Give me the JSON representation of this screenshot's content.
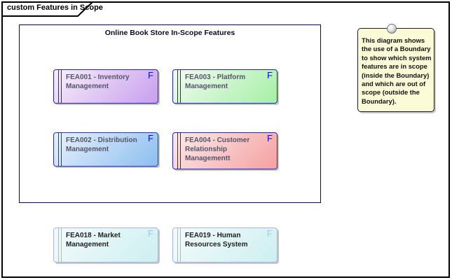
{
  "frame": {
    "label": "custom Features in Scope"
  },
  "boundary": {
    "title": "Online Book Store In-Scope Features",
    "border_color": "#000080"
  },
  "feature_type_letter": "F",
  "features": [
    {
      "label": "FEA001 - Inventory Management",
      "scope": "in",
      "fill_from": "#f7f0fc",
      "fill_to": "#c89eed",
      "border_color": "#2222cc",
      "text_color": "#55556b",
      "letter_color": "#0b0be0"
    },
    {
      "label": "FEA003 - Platform Management",
      "scope": "in",
      "fill_from": "#f2fbf2",
      "fill_to": "#a5efa5",
      "border_color": "#2222cc",
      "text_color": "#55556b",
      "letter_color": "#0b0be0"
    },
    {
      "label": "FEA002 - Distribution Management",
      "scope": "in",
      "fill_from": "#e8f2fc",
      "fill_to": "#8cbef0",
      "border_color": "#2233cc",
      "text_color": "#55556b",
      "letter_color": "#0b0be0"
    },
    {
      "label": "FEA004 - Customer Relationship Managementt",
      "scope": "in",
      "fill_from": "#fcebeb",
      "fill_to": "#f5a0a0",
      "border_color": "#2222cc",
      "text_color": "#55556b",
      "letter_color": "#0b0be0"
    },
    {
      "label": "FEA018 - Market Management",
      "scope": "out",
      "fill_from": "#f4fbfb",
      "fill_to": "#cdeff1",
      "border_color": "#a9b6e3",
      "text_color": "#1f1f1f",
      "letter_color": "#a5cae8"
    },
    {
      "label": "FEA019 - Human Resources System",
      "scope": "out",
      "fill_from": "#f4fbfb",
      "fill_to": "#cdeff1",
      "border_color": "#a9b6e3",
      "text_color": "#1f1f1f",
      "letter_color": "#a5cae8"
    }
  ],
  "note": {
    "text": "This diagram shows the use of a Boundary to show which system features are in scope (inside the Boundary) and which are out of scope (outside the Boundary).",
    "fill": "#fbfbd8"
  }
}
